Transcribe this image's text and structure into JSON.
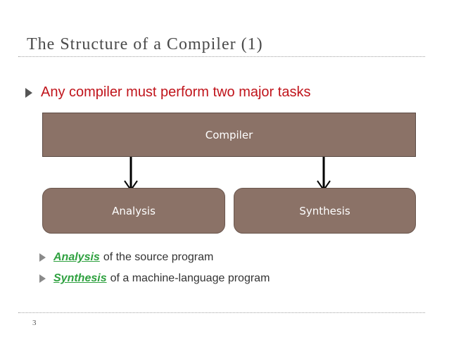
{
  "slide": {
    "title": "The Structure of a Compiler (1)",
    "main_bullet": "Any compiler must perform two major tasks",
    "diagram": {
      "top_box": "Compiler",
      "left_box": "Analysis",
      "right_box": "Synthesis"
    },
    "sub_bullets": [
      {
        "term": "Analysis",
        "rest": "of the source program"
      },
      {
        "term": "Synthesis",
        "rest": "of a machine-language program"
      }
    ],
    "page_number": "3"
  },
  "colors": {
    "title": "#4a4a4a",
    "main_bullet_text": "#c0141b",
    "box_fill": "#8b7267",
    "term_highlight": "#2fa140"
  }
}
